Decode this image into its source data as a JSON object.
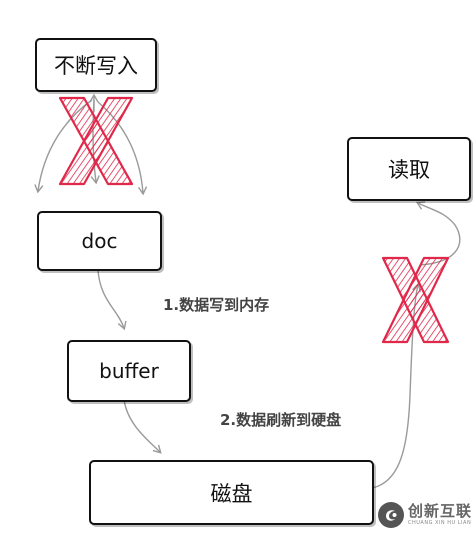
{
  "nodes": {
    "write": "不断写入",
    "doc": "doc",
    "buffer": "buffer",
    "disk": "磁盘",
    "read": "读取"
  },
  "steps": {
    "step1": "1.数据写到内存",
    "step2": "2.数据刷新到硬盘"
  },
  "marks": {
    "blocked_color": "#e0284a",
    "arrow_color": "#999999",
    "blocked_icon": "hatched-x-icon"
  },
  "watermark": {
    "name": "创新互联",
    "subtitle": "CHUANG XIN HU LIAN",
    "icon": "logo-icon"
  }
}
